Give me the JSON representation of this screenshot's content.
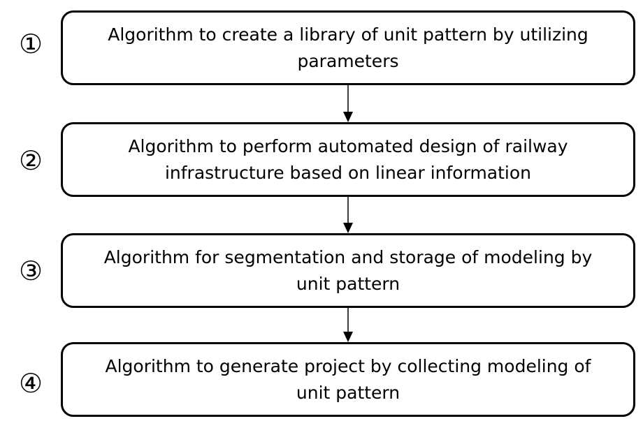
{
  "steps": [
    {
      "marker": "①",
      "text": "Algorithm to create a library of unit pattern by utilizing parameters"
    },
    {
      "marker": "②",
      "text": "Algorithm to perform automated design of railway infrastructure based on linear information"
    },
    {
      "marker": "③",
      "text": "Algorithm for segmentation and storage of modeling by unit pattern"
    },
    {
      "marker": "④",
      "text": "Algorithm to generate project by collecting modeling of unit pattern"
    }
  ]
}
